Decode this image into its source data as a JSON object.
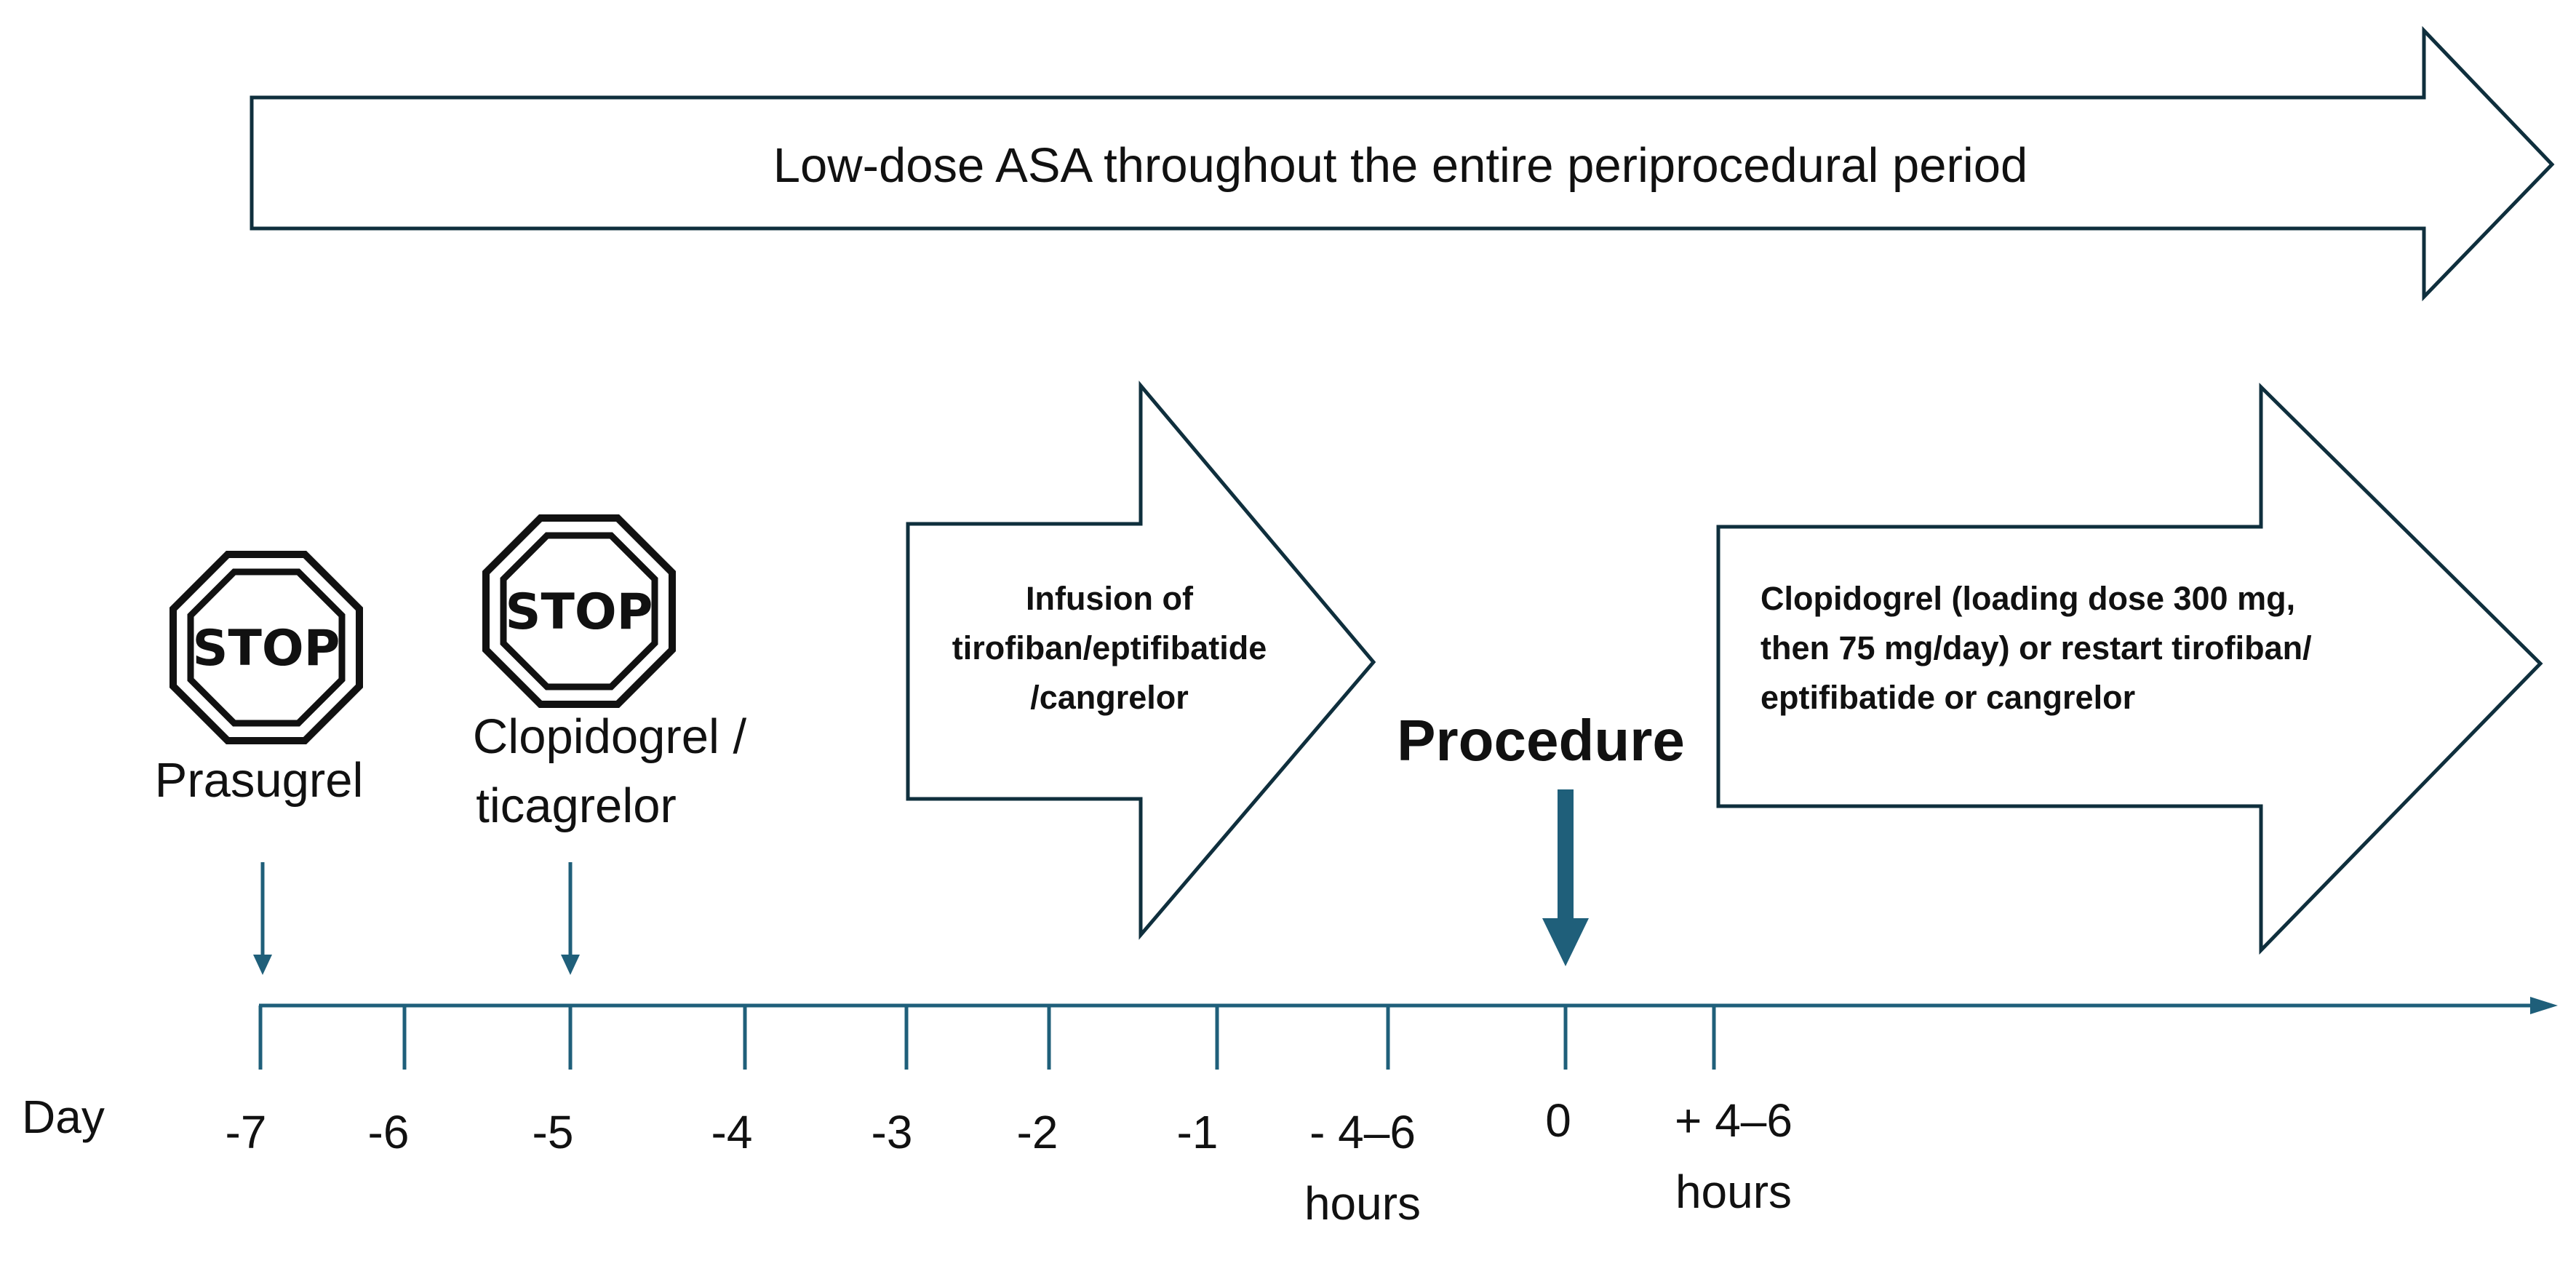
{
  "banner": {
    "text": "Low-dose ASA throughout the entire periprocedural period"
  },
  "stop_signs": [
    {
      "sign_text": "STOP",
      "drug_lines": [
        "Prasugrel"
      ]
    },
    {
      "sign_text": "STOP",
      "drug_lines": [
        "Clopidogrel /",
        "ticagrelor"
      ]
    }
  ],
  "infusion": {
    "lines": [
      "Infusion of",
      "tirofiban/eptifibatide",
      "/cangrelor"
    ]
  },
  "procedure": {
    "label": "Procedure"
  },
  "post": {
    "lines": [
      "Clopidogrel (loading dose 300 mg,",
      "then 75 mg/day) or restart tirofiban/",
      "eptifibatide or cangrelor"
    ]
  },
  "timeline": {
    "axis_label": "Day",
    "ticks": [
      {
        "lines": [
          "-7"
        ]
      },
      {
        "lines": [
          "-6"
        ]
      },
      {
        "lines": [
          "-5"
        ]
      },
      {
        "lines": [
          "-4"
        ]
      },
      {
        "lines": [
          "-3"
        ]
      },
      {
        "lines": [
          "-2"
        ]
      },
      {
        "lines": [
          "-1"
        ]
      },
      {
        "lines": [
          "- 4–6",
          "hours"
        ]
      },
      {
        "lines": [
          "0"
        ]
      },
      {
        "lines": [
          "+ 4–6",
          "hours"
        ]
      }
    ]
  },
  "colors": {
    "accent": "#1f5f7a",
    "outline": "#0f2f3d",
    "text": "#111111"
  },
  "icons": {
    "stop": "stop-sign-icon"
  }
}
